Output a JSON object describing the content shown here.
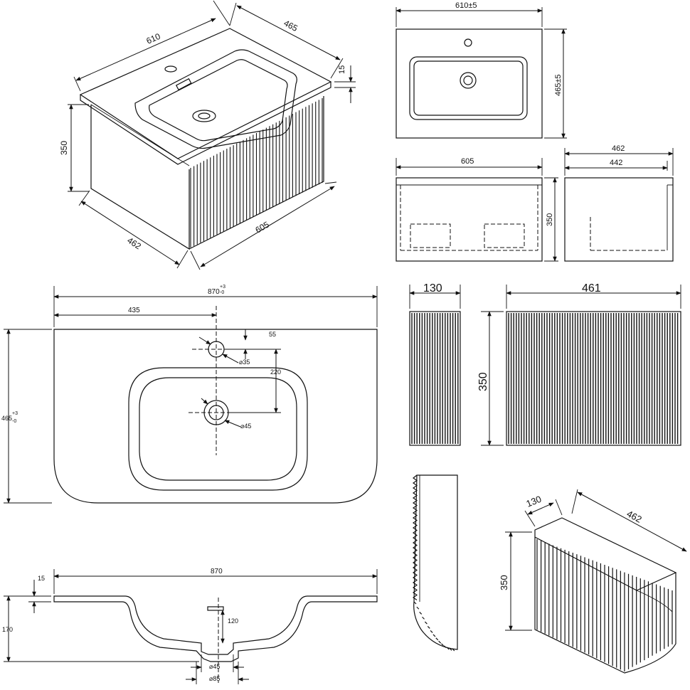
{
  "isometric_view": {
    "top_width": "610",
    "top_depth": "465",
    "top_thickness": "15",
    "body_height": "350",
    "body_depth": "462",
    "body_width": "605"
  },
  "top_view": {
    "width": "610±5",
    "depth": "465±5"
  },
  "front_view": {
    "width": "605",
    "height": "350"
  },
  "side_view": {
    "outer_depth": "462",
    "inner_depth": "442"
  },
  "large_basin_plan": {
    "width": "870",
    "width_tolerance_upper": "+3",
    "width_tolerance_lower": "-0",
    "depth": "465",
    "depth_tolerance_upper": "+3",
    "depth_tolerance_lower": "-0",
    "tap_hole_offset_x": "435",
    "tap_hole_offset_y": "55",
    "tap_to_waste": "220",
    "tap_hole_diameter": "⌀35",
    "waste_diameter": "⌀45"
  },
  "section_view": {
    "width": "870",
    "thickness": "15",
    "total_depth": "170",
    "bowl_depth": "120",
    "waste_diameter": "⌀45",
    "outlet_diameter": "⌀85"
  },
  "fluted_panels": {
    "end_panel_width": "130",
    "front_panel_width": "461",
    "panel_height": "350"
  },
  "end_module_3d": {
    "depth": "130",
    "width": "462",
    "height": "350"
  }
}
